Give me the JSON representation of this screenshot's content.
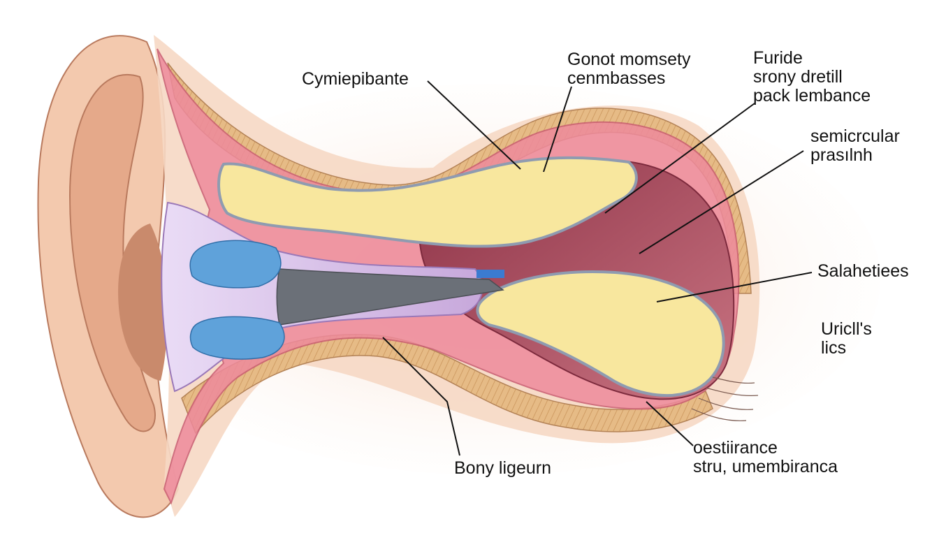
{
  "labels": {
    "cymiepibante": "Cymiepibante",
    "gonot": [
      "Gonot momsety",
      "cenmbasses"
    ],
    "furide": [
      "Furide",
      "srony dretill",
      "pack lembance"
    ],
    "semicircular": [
      "semicrcular",
      "prasılnh"
    ],
    "salahetiees": "Salahetiees",
    "uricll": [
      "Uricll's",
      "lics"
    ],
    "bony": "Bony ligeurn",
    "oestiirance": [
      "oestiirance",
      "stru, umembiranca"
    ]
  },
  "colors": {
    "skin": "#f3c9ae",
    "skin_dark": "#d69a7c",
    "pink_membrane": "#ee8a9c",
    "yellow_body": "#f8e79e",
    "lavender": "#d8b4e6",
    "cavity_red": "#b04a5c",
    "blue": "#4a90d0",
    "gray_rod": "#6b7078",
    "bone_tan": "#e6bb86"
  }
}
